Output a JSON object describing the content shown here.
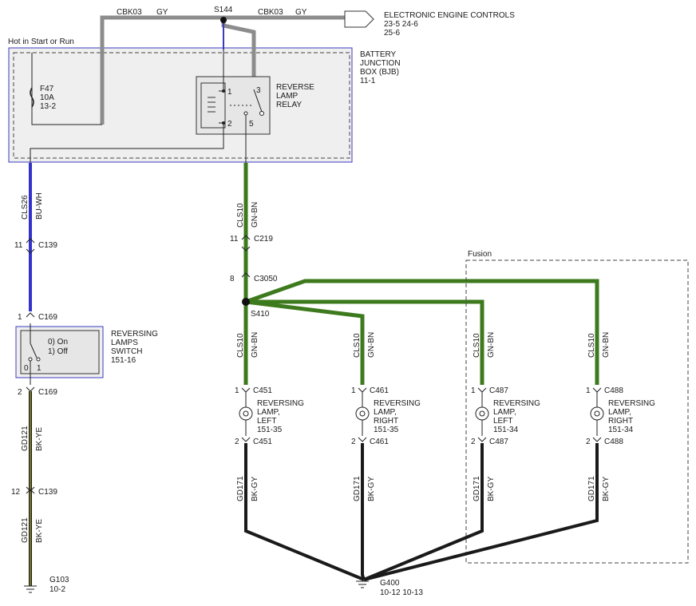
{
  "top": {
    "s144": "S144",
    "cbk03_left": "CBK03",
    "gy_left": "GY",
    "cbk03_right": "CBK03",
    "gy_right": "GY",
    "eec_title": "ELECTRONIC ENGINE CONTROLS",
    "eec_ref1": "23-5   24-6",
    "eec_ref2": "25-6",
    "hot_label": "Hot in Start or Run"
  },
  "bjb": {
    "line1": "BATTERY",
    "line2": "JUNCTION",
    "line3": "BOX (BJB)",
    "line4": "11-1",
    "fuse_name": "F47",
    "fuse_amp": "10A",
    "fuse_ref": "13-2",
    "relay_line1": "REVERSE",
    "relay_line2": "LAMP",
    "relay_line3": "RELAY",
    "pin1": "1",
    "pin2": "2",
    "pin3": "3",
    "pin5": "5"
  },
  "left_branch": {
    "wire_top_code": "CLS26",
    "wire_top_color": "BU-WH",
    "c139_pin": "11",
    "c139": "C139",
    "c169_pin_top": "1",
    "c169_top": "C169",
    "switch_on": "0) On",
    "switch_off": "1) Off",
    "switch_pos0": "0",
    "switch_pos1": "1",
    "switch_line1": "REVERSING",
    "switch_line2": "LAMPS",
    "switch_line3": "SWITCH",
    "switch_ref": "151-16",
    "c169_pin_bot": "2",
    "c169_bot": "C169",
    "wire_mid_code": "GD121",
    "wire_mid_color": "BK-YE",
    "c139b_pin": "12",
    "c139b": "C139",
    "wire_bot_code": "GD121",
    "wire_bot_color": "BK-YE",
    "ground": "G103",
    "ground_ref": "10-2"
  },
  "center_branch": {
    "wire_code": "CLS10",
    "wire_color": "GN-BN",
    "c219_pin": "11",
    "c219": "C219",
    "c3050_pin": "8",
    "c3050": "C3050",
    "splice": "S410"
  },
  "fusion_label": "Fusion",
  "lamps": [
    {
      "wire_code": "CLS10",
      "wire_color": "GN-BN",
      "pin_top": "1",
      "conn_top": "C451",
      "line1": "REVERSING",
      "line2": "LAMP,",
      "line3": "LEFT",
      "ref": "151-35",
      "pin_bot": "2",
      "conn_bot": "C451",
      "gnd_code": "GD171",
      "gnd_color": "BK-GY"
    },
    {
      "wire_code": "CLS10",
      "wire_color": "GN-BN",
      "pin_top": "1",
      "conn_top": "C461",
      "line1": "REVERSING",
      "line2": "LAMP,",
      "line3": "RIGHT",
      "ref": "151-35",
      "pin_bot": "2",
      "conn_bot": "C461",
      "gnd_code": "GD171",
      "gnd_color": "BK-GY"
    },
    {
      "wire_code": "CLS10",
      "wire_color": "GN-BN",
      "pin_top": "1",
      "conn_top": "C487",
      "line1": "REVERSING",
      "line2": "LAMP,",
      "line3": "LEFT",
      "ref": "151-34",
      "pin_bot": "2",
      "conn_bot": "C487",
      "gnd_code": "GD171",
      "gnd_color": "BK-GY"
    },
    {
      "wire_code": "CLS10",
      "wire_color": "GN-BN",
      "pin_top": "1",
      "conn_top": "C488",
      "line1": "REVERSING",
      "line2": "LAMP,",
      "line3": "RIGHT",
      "ref": "151-34",
      "pin_bot": "2",
      "conn_bot": "C488",
      "gnd_code": "GD171",
      "gnd_color": "BK-GY"
    }
  ],
  "ground_main": {
    "name": "G400",
    "ref": "10-12   10-13"
  },
  "colors": {
    "gray_wire": "#8c8c8c",
    "blue_wire": "#3333cc",
    "green_wire": "#3d7a1e",
    "black_wire": "#1a1a1a",
    "yellow_wire": "#8a8a2a",
    "bjb_border": "#3b3bbf",
    "bjb_fill": "#efefef",
    "relay_fill": "#e6e6e6"
  }
}
